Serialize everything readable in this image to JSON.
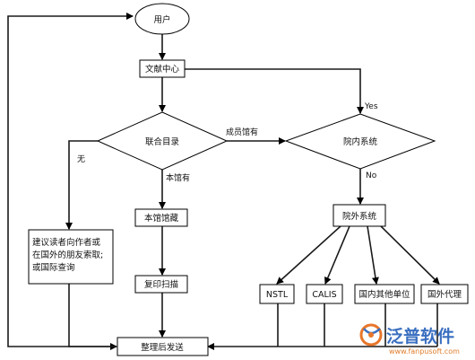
{
  "nodes": {
    "user": "用户",
    "literature_center": "文献中心",
    "union_catalog": "联合目录",
    "in_library_system": "院内系统",
    "this_library_holds": "本馆馆藏",
    "outside_system": "院外系统",
    "photocopy_scan": "复印扫描",
    "suggest_box": [
      "建议读者向作者或",
      "在国外的朋友索取;",
      "或国际查询"
    ],
    "sort_send": "整理后发送",
    "nstl": "NSTL",
    "calis": "CALIS",
    "domestic_units": "国内其他单位",
    "foreign_agents": "国外代理"
  },
  "edges": {
    "member_library": "成员馆有",
    "this_library_has": "本馆有",
    "none": "无",
    "yes": "Yes",
    "no": "No"
  },
  "watermark": {
    "brand": "泛普软件",
    "url": "www.fanpusoft.com",
    "logo_color": "#e8762a",
    "text_color": "#3a6fc0"
  }
}
